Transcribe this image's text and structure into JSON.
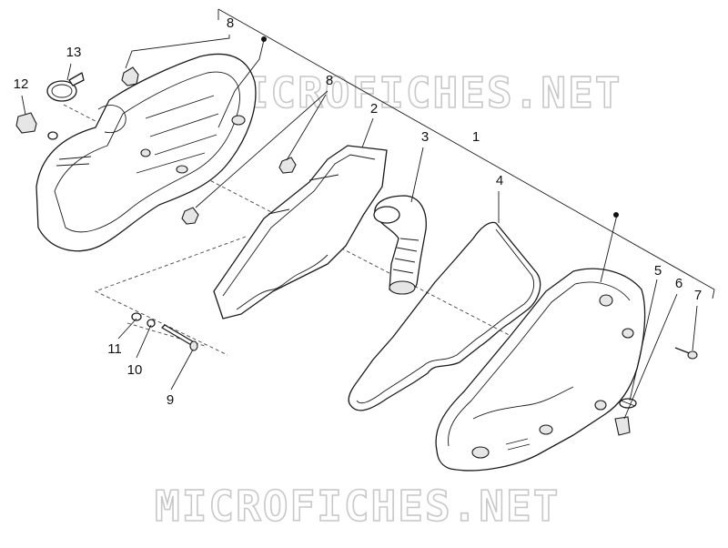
{
  "watermark": {
    "text": "MICROFICHES.NET"
  },
  "callouts": {
    "c1": "1",
    "c2": "2",
    "c3": "3",
    "c4": "4",
    "c5": "5",
    "c6": "6",
    "c7": "7",
    "c8a": "8",
    "c8b": "8",
    "c9": "9",
    "c10": "10",
    "c11": "11",
    "c12": "12",
    "c13": "13"
  },
  "colors": {
    "line": "#1a1a1a",
    "watermark": "#c8c8c8",
    "background": "#ffffff"
  }
}
